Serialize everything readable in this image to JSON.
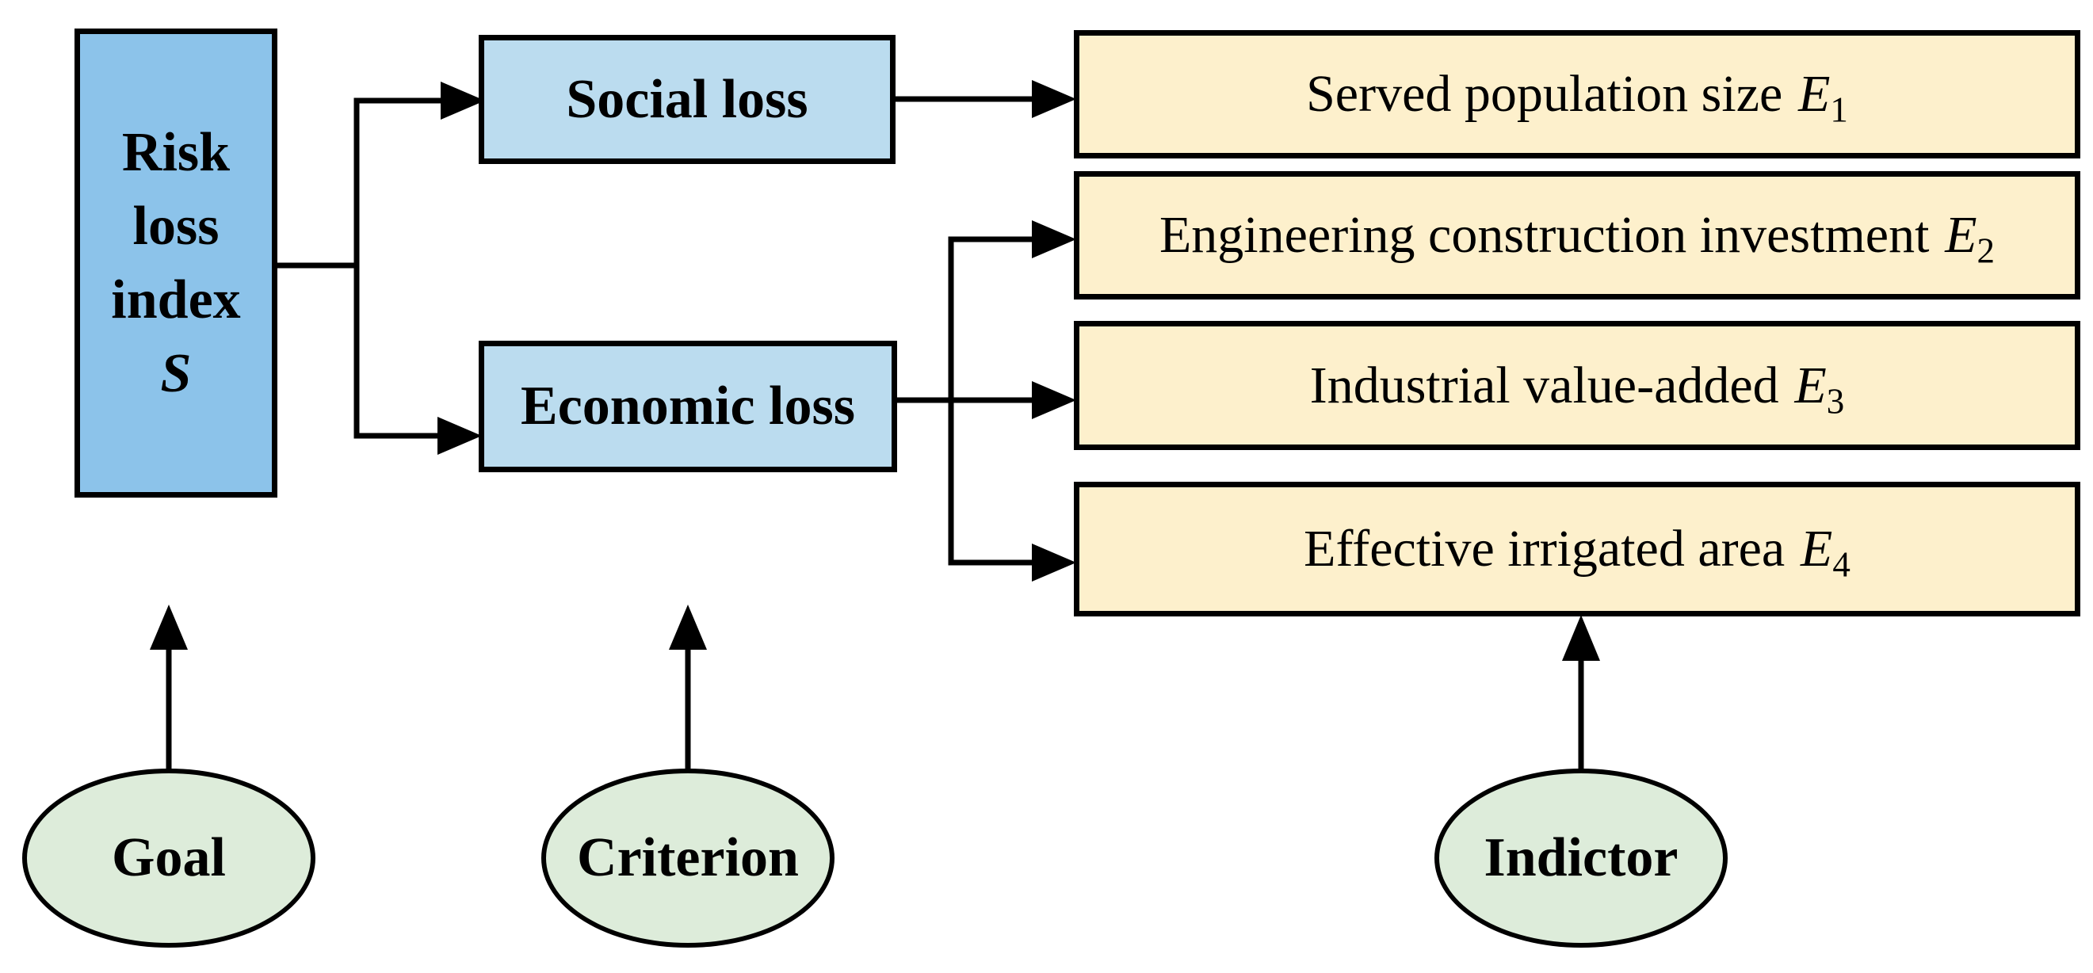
{
  "diagram": {
    "goal_box": {
      "line1": "Risk",
      "line2": "loss",
      "line3": "index",
      "symbol": "S"
    },
    "criterion_boxes": [
      {
        "label": "Social loss"
      },
      {
        "label": "Economic loss"
      }
    ],
    "indicator_boxes": [
      {
        "text": "Served population size",
        "symbol": "E",
        "sub": "1"
      },
      {
        "text": "Engineering construction investment",
        "symbol": "E",
        "sub": "2"
      },
      {
        "text": "Industrial value-added",
        "symbol": "E",
        "sub": "3"
      },
      {
        "text": "Effective irrigated area",
        "symbol": "E",
        "sub": "4"
      }
    ],
    "level_labels": [
      {
        "label": "Goal"
      },
      {
        "label": "Criterion"
      },
      {
        "label": "Indictor"
      }
    ],
    "colors": {
      "risk_box_fill": "#8CC3EA",
      "criterion_box_fill": "#BBDCEF",
      "indicator_box_fill": "#FDF0CC",
      "level_ellipse_fill": "#DDECDA",
      "outline": "#000000"
    }
  }
}
